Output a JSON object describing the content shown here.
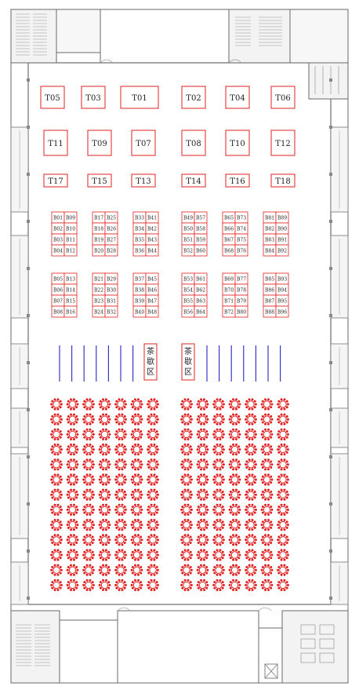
{
  "colors": {
    "booth": "#e02020",
    "table": "#e02020",
    "stanchion": "#3838c8",
    "wall": "#6a6a6a",
    "text": "#222222"
  },
  "t_booths": {
    "row1": [
      "T05",
      "T03",
      "T01",
      "T02",
      "T04",
      "T06"
    ],
    "row2": [
      "T11",
      "T09",
      "T07",
      "T08",
      "T10",
      "T12"
    ],
    "row3": [
      "T17",
      "T15",
      "T13",
      "T14",
      "T16",
      "T18"
    ]
  },
  "b_blocks": [
    [
      "B01",
      "B09",
      "B02",
      "B10",
      "B03",
      "B11",
      "B04",
      "B12"
    ],
    [
      "B17",
      "B25",
      "B18",
      "B26",
      "B19",
      "B27",
      "B20",
      "B28"
    ],
    [
      "B33",
      "B41",
      "B34",
      "B42",
      "B35",
      "B43",
      "B36",
      "B44"
    ],
    [
      "B49",
      "B57",
      "B50",
      "B58",
      "B51",
      "B59",
      "B52",
      "B60"
    ],
    [
      "B65",
      "B73",
      "B66",
      "B74",
      "B67",
      "B75",
      "B68",
      "B76"
    ],
    [
      "B81",
      "B89",
      "B82",
      "B90",
      "B83",
      "B91",
      "B84",
      "B92"
    ],
    [
      "B05",
      "B13",
      "B06",
      "B14",
      "B07",
      "B15",
      "B08",
      "B16"
    ],
    [
      "B21",
      "B29",
      "B22",
      "B30",
      "B23",
      "B31",
      "B24",
      "B32"
    ],
    [
      "B37",
      "B45",
      "B38",
      "B46",
      "B39",
      "B47",
      "B40",
      "B48"
    ],
    [
      "B53",
      "B61",
      "B54",
      "B62",
      "B55",
      "B63",
      "B56",
      "B64"
    ],
    [
      "B69",
      "B77",
      "B70",
      "B78",
      "B71",
      "B79",
      "B72",
      "B80"
    ],
    [
      "B85",
      "B93",
      "B86",
      "B94",
      "B87",
      "B95",
      "B88",
      "B96"
    ]
  ],
  "tea_areas": [
    [
      "茶",
      "歇",
      "区"
    ],
    [
      "茶",
      "歇",
      "区"
    ]
  ],
  "seating": {
    "rows": 13,
    "columns_per_side": 7,
    "sides": 2
  },
  "stanchions": {
    "per_side": 7
  }
}
